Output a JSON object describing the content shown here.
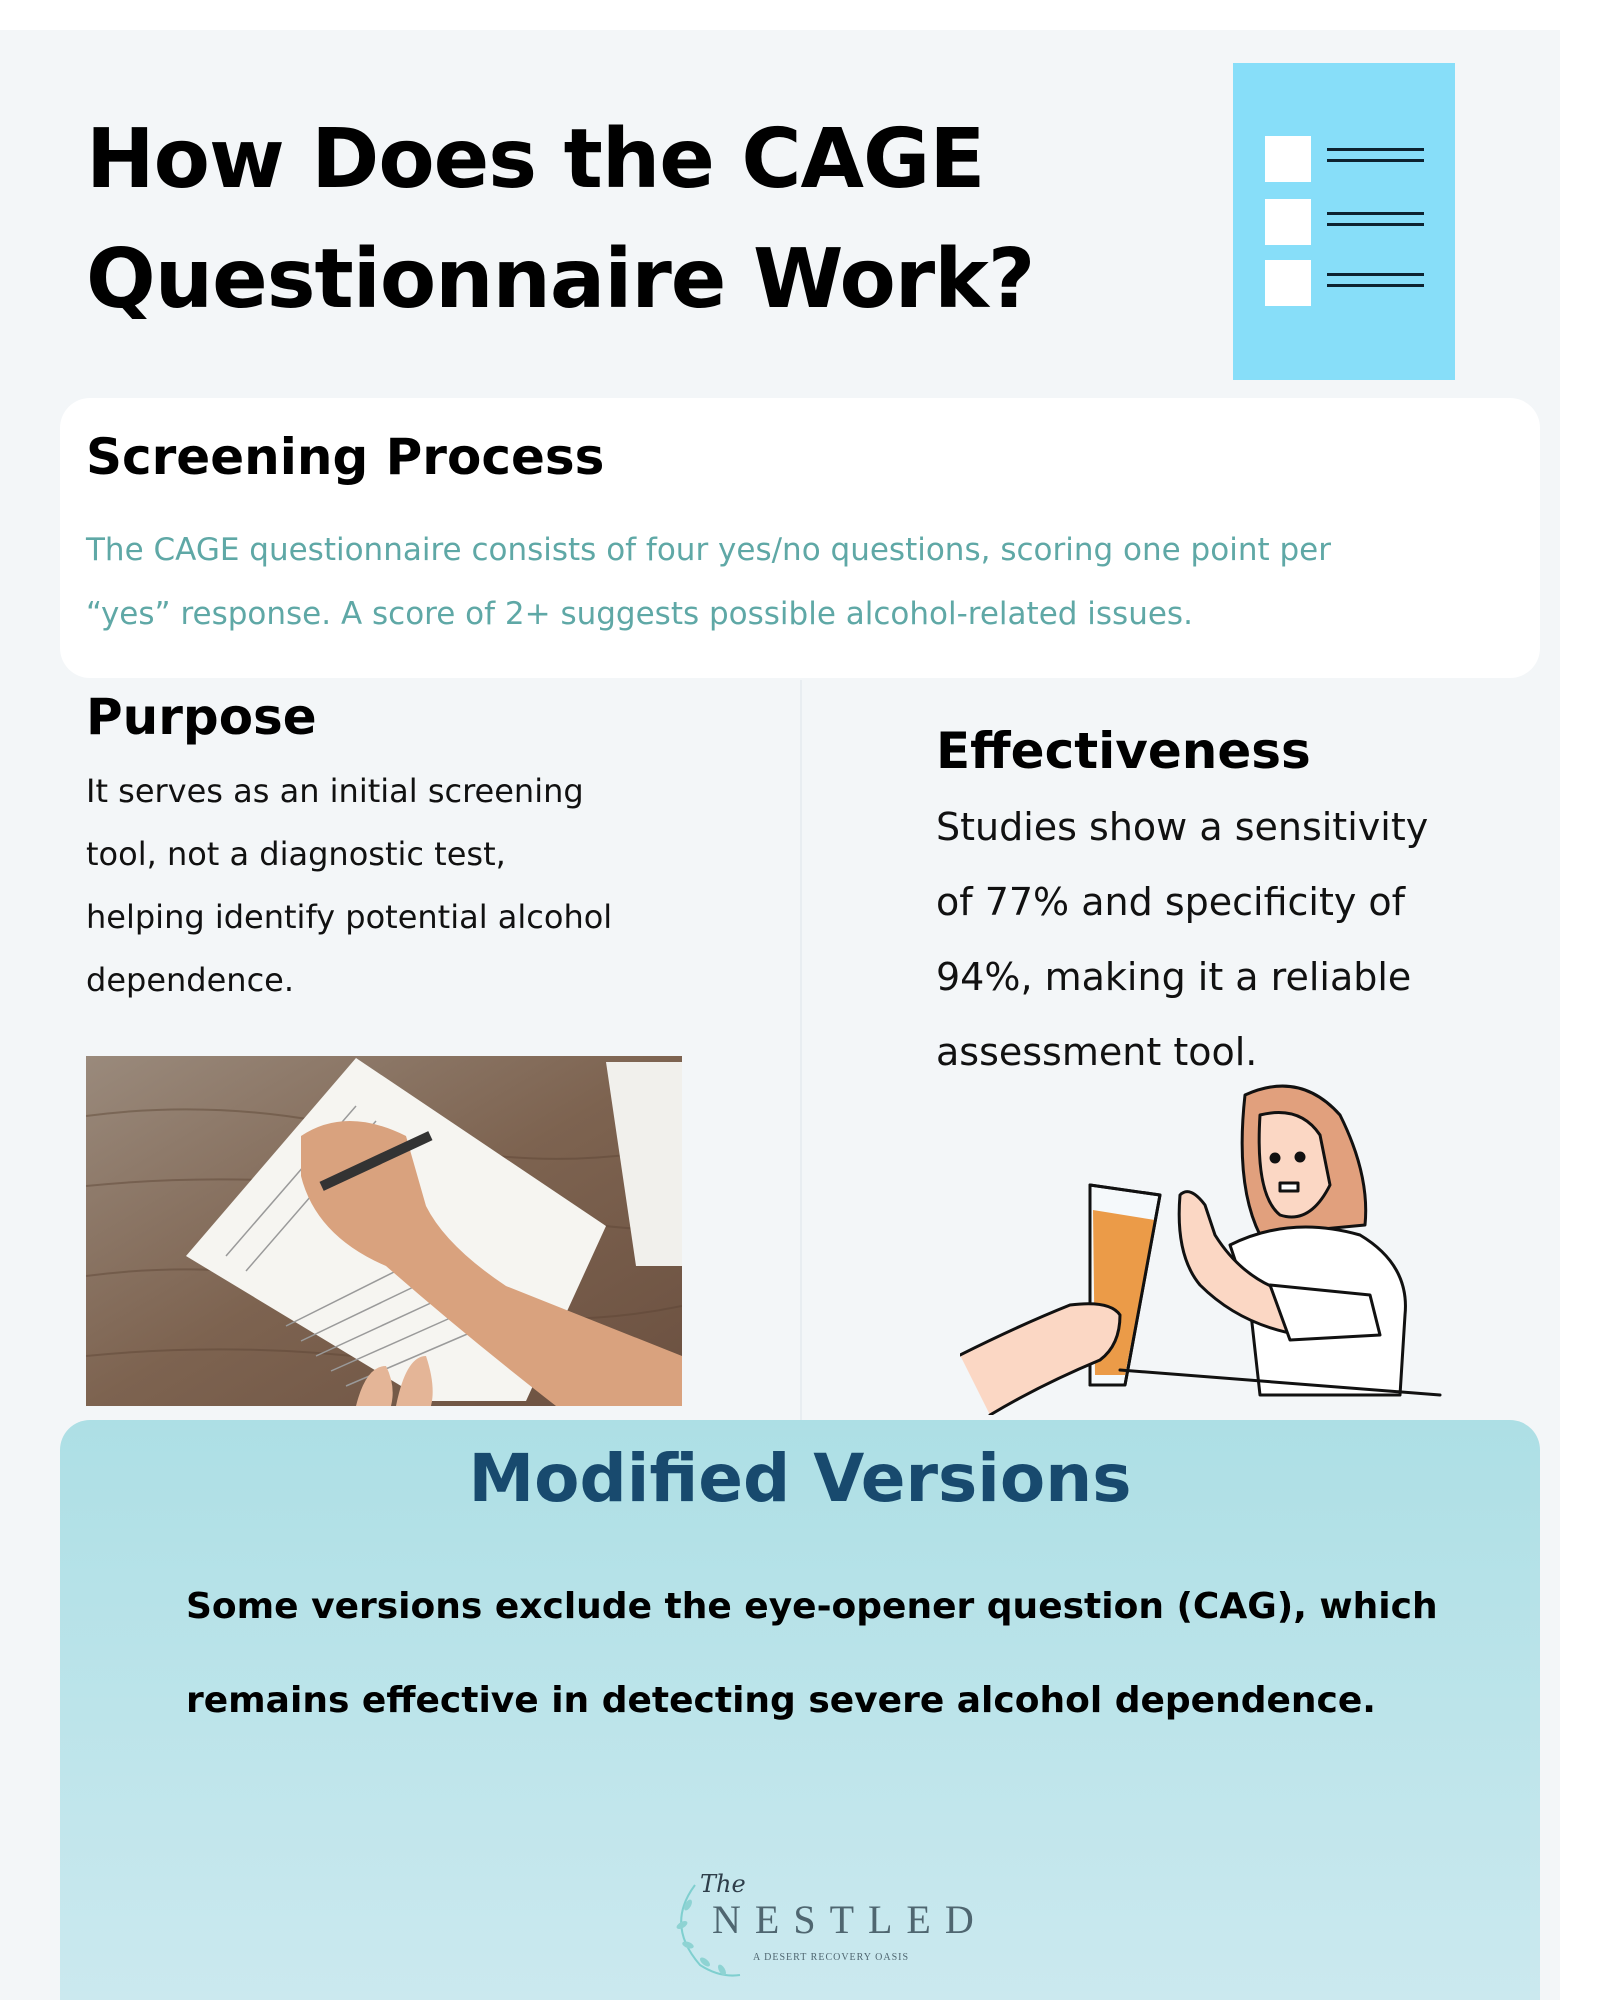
{
  "header": {
    "title_line1": "How Does the CAGE",
    "title_line2": "Questionnaire Work?",
    "icon": "checklist-icon"
  },
  "screening": {
    "title": "Screening Process",
    "body_line1": "The CAGE questionnaire consists of four yes/no questions, scoring one point per",
    "body_line2": "“yes” response. A score of 2+ suggests possible alcohol-related issues.",
    "text_color": "#5fa8a6"
  },
  "purpose": {
    "title": "Purpose",
    "lines": [
      "It serves as an initial screening",
      "tool, not a diagnostic test,",
      "helping identify potential alcohol",
      "dependence."
    ],
    "image": "person-filling-form-photo"
  },
  "effectiveness": {
    "title": "Effectiveness",
    "lines": [
      "Studies show a sensitivity",
      "of 77% and specificity of",
      "94%, making it a reliable",
      "assessment tool."
    ],
    "sensitivity": "77%",
    "specificity": "94%",
    "image": "woman-refusing-beer-illustration"
  },
  "modified": {
    "title": "Modified Versions",
    "line1": "Some versions exclude the eye-opener question (CAG), which",
    "line2": "remains effective in detecting severe alcohol dependence.",
    "title_color": "#184a6e"
  },
  "logo": {
    "the": "The",
    "name": "NESTLED",
    "tagline": "A DESERT RECOVERY OASIS"
  },
  "colors": {
    "page_bg": "#f3f6f8",
    "checklist_bg": "#87def9",
    "modified_card_top": "#addfe5",
    "modified_card_bottom": "#cbe9ef"
  }
}
